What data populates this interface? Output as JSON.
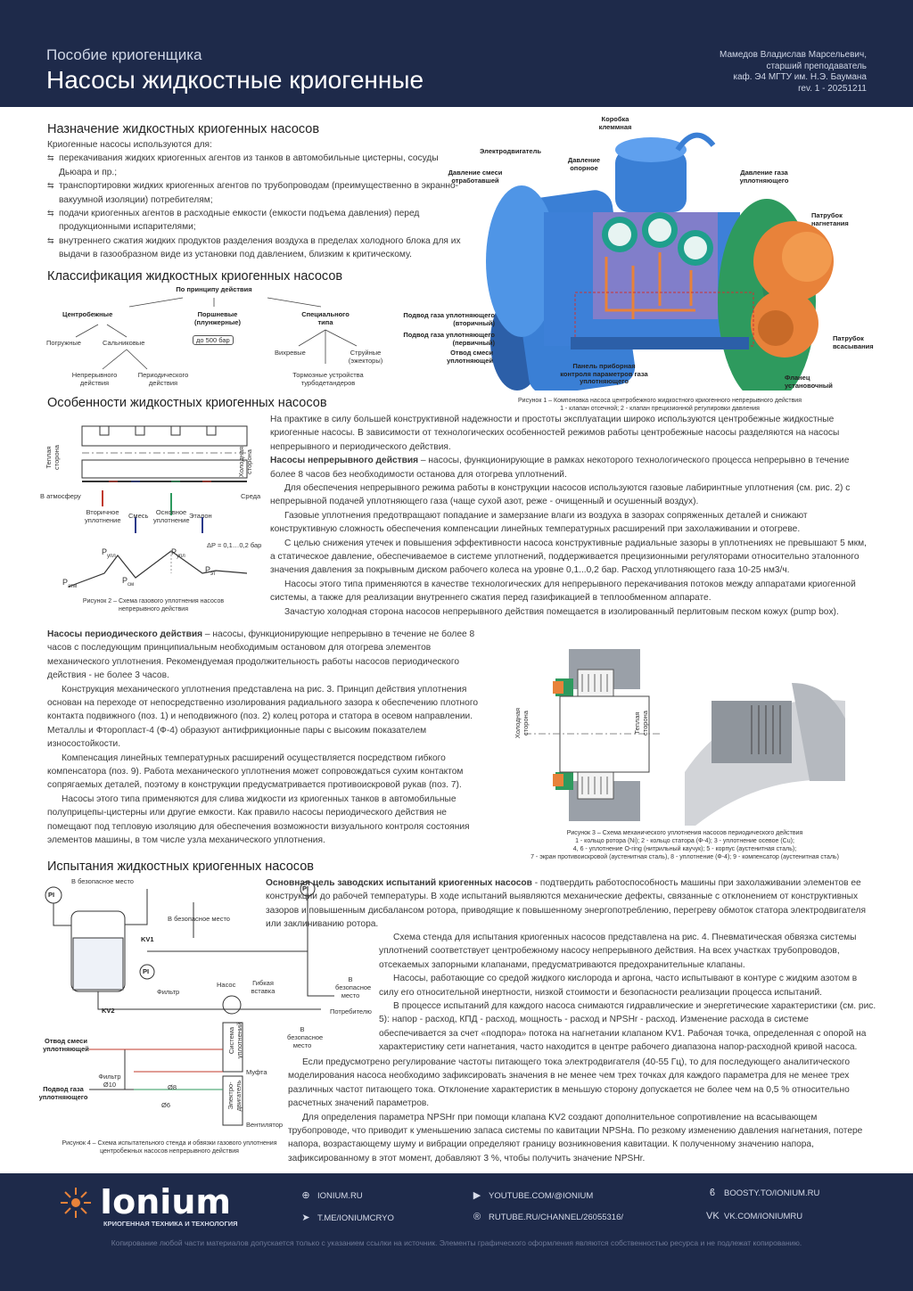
{
  "header": {
    "subtitle": "Пособие криогенщика",
    "title": "Насосы жидкостные криогенные",
    "author": [
      "Мамедов Владислав Марсельевич,",
      "старший преподаватель",
      "каф. Э4 МГТУ им. Н.Э. Баумана",
      "rev. 1 - 20251211"
    ]
  },
  "purpose": {
    "heading": "Назначение жидкостных криогенных насосов",
    "intro": "Криогенные насосы используются для:",
    "items": [
      "перекачивания жидких криогенных агентов из танков в автомобильные цистерны, сосуды Дьюара и пр.;",
      "транспортировки жидких криогенных агентов по трубопроводам (преимущественно в экранно-вакуумной изоляции) потребителям;",
      "подачи криогенных агентов в расходные емкости (емкости подъема давления) перед продукционными испарителями;",
      "внутреннего сжатия жидких продуктов разделения воздуха в пределах холодного блока для их выдачи в газообразном виде из установки под давлением, близким к критическому."
    ]
  },
  "classification": {
    "heading": "Классификация жидкостных криогенных насосов",
    "root": "По принципу действия",
    "centrifugal": "Центробежные",
    "piston": "Поршневые (плунжерные)",
    "piston_note": "до 500 бар",
    "special": "Специального типа",
    "submersible": "Погружные",
    "gland": "Сальниковые",
    "continuous": "Непрерывного действия",
    "periodic": "Периодического действия",
    "vortex": "Вихревые",
    "jet": "Струйные (эжекторы)",
    "turbo": "Тормозные устройства турбодетандеров"
  },
  "figure1": {
    "labels": {
      "box": "Коробка клеммная",
      "motor": "Электродвигатель",
      "mix": "Давление смеси отработавшей",
      "support": "Давление опорное",
      "gas": "Давление газа уплотняющего",
      "discharge": "Патрубок нагнетания",
      "suction": "Патрубок всасывания",
      "flange": "Фланец установочный",
      "sec": "Подвод газа уплотняющего (вторичный)",
      "prim": "Подвод газа уплотняющего (первичный)",
      "out": "Отвод смеси уплотняющей",
      "panel": "Панель приборная контроля параметров газа уплотняющего"
    },
    "caption": [
      "Рисунок 1 – Компоновка насоса центробежного жидкостного криогенного непрерывного действия",
      "1 - клапан отсечной; 2 - клапан прецизионной регулировки давления"
    ]
  },
  "features": {
    "heading": "Особенности жидкостных криогенных насосов",
    "p1": "На практике в силу большей конструктивной надежности и простоты эксплуатации широко используются центробежные жидкостные криогенные насосы. В зависимости от технологических особенностей режимов работы центробежные насосы разделяются на насосы непрерывного и периодического действия.",
    "p2_bold": "Насосы непрерывного действия",
    "p2": " – насосы, функционирующие в рамках некоторого технологического процесса непрерывно в течение более 8 часов без необходимости останова для отогрева уплотнений.",
    "p3": "Для обеспечения непрерывного режима работы в конструкции насосов используются газовые лабиринтные уплотнения (см. рис. 2) с непрерывной подачей уплотняющего газа (чаще сухой азот, реже - очищенный и осушенный воздух).",
    "p4": "Газовые уплотнения предотвращают попадание и замерзание влаги из воздуха в зазорах сопряженных деталей и снижают конструктивную сложность обеспечения компенсации линейных температурных расширений при захолаживании и отогреве.",
    "p5": "С целью снижения утечек и повышения эффективности насоса конструктивные радиальные зазоры в уплотнениях не превышают 5 мкм, а статическое давление, обеспечиваемое в системе уплотнений, поддерживается прецизионными регуляторами относительно эталонного значения давления за покрывным диском рабочего колеса на уровне 0,1...0,2 бар. Расход уплотняющего газа 10-25 нм3/ч.",
    "p6": "Насосы этого типа применяются в качестве технологических для непрерывного перекачивания потоков между аппаратами криогенной системы, а также для реализации внутреннего сжатия перед газификацией в теплообменном аппарате.",
    "p7": "Зачастую холодная сторона насосов непрерывного действия помещается в изолированный перлитовым песком кожух (pump box)."
  },
  "figure2": {
    "warm": "Теплая сторона",
    "cold": "Холодная сторона",
    "atm": "В атмосферу",
    "env": "Среда",
    "sec": "Вторичное уплотнение",
    "mix": "Смесь",
    "main": "Основное уплотнение",
    "ref": "Эталон",
    "dp": "ΔP = 0,1…0,2 бар",
    "p_upl": "P",
    "p_upl_sub": "упл",
    "p_atm": "P",
    "p_atm_sub": "атм",
    "p_sm": "P",
    "p_sm_sub": "см",
    "p_et": "P",
    "p_et_sub": "эт",
    "caption": [
      "Рисунок 2 – Схема газового уплотнения насосов",
      "непрерывного действия"
    ]
  },
  "periodic": {
    "p1_bold": "Насосы периодического действия",
    "p1": " – насосы, функционирующие непрерывно в течение не более 8 часов с последующим принципиальным необходимым остановом для отогрева элементов механического уплотнения. Рекомендуемая продолжительность работы насосов периодического действия - не более 3 часов.",
    "p2": "Конструкция механического уплотнения представлена на рис. 3. Принцип действия уплотнения основан на переходе от непосредственно изолирования радиального зазора к обеспечению плотного контакта подвижного (поз. 1) и неподвижного (поз. 2) колец ротора и статора в осевом направлении. Металлы и Фторопласт-4 (Ф-4) образуют антифрикционные пары с высоким показателем износостойкости.",
    "p3": "Компенсация линейных температурных расширений осуществляется посредством гибкого компенсатора (поз. 9). Работа механического уплотнения может сопровождаться сухим контактом сопрягаемых деталей, поэтому в конструкции предусматривается противоискровой рукав (поз. 7).",
    "p4": "Насосы этого типа применяются для слива жидкости из криогенных танков в автомобильные полуприцепы-цистерны или другие емкости. Как правило насосы периодического действия не помещают под тепловую изоляцию для обеспечения возможности визуального контроля состояния элементов машины, в том числе узла механического уплотнения."
  },
  "figure3": {
    "cold": "Холодная сторона",
    "warm": "Теплая сторона",
    "caption": [
      "Рисунок 3 – Схема механического уплотнения насосов периодического действия",
      "1 - кольцо ротора (Ni); 2 - кольцо статора (Ф-4); 3 - уплотнение осевое (Cu);",
      "4, 6 - уплотнение O-ring (нитрильный каучук); 5 - корпус (аустенитная сталь);",
      "7 - экран противоискровой (аустенитная сталь), 8 - уплотнение (Ф-4); 9 - компенсатор (аустенитная сталь)"
    ]
  },
  "tests": {
    "heading": "Испытания жидкостных криогенных насосов",
    "p1_bold": "Основная цель заводских испытаний криогенных насосов",
    "p1": " - подтвердить работоспособность машины при захолаживании элементов ее конструкции до рабочей температуры. В ходе испытаний выявляются механические дефекты, связанные с отклонением от конструктивных зазоров и повышенным дисбалансом ротора, приводящие к повышенному энергопотреблению, перегреву обмоток статора электродвигателя или заклиниванию ротора.",
    "p2": "Схема стенда для испытания криогенных насосов представлена на рис. 4. Пневматическая обвязка системы уплотнений соответствует центробежному насосу непрерывного действия. На всех участках трубопроводов, отсекаемых запорными клапанами, предусматриваются предохранительные клапаны.",
    "p3": "Насосы, работающие со средой жидкого кислорода и аргона, часто испытывают в контуре с жидким азотом в силу его относительной инертности, низкой стоимости и безопасности реализации процесса испытаний.",
    "p4": "В процессе испытаний для каждого насоса снимаются гидравлические и энергетические характеристики (см. рис. 5): напор - расход, КПД - расход, мощность - расход и NPSHr - расход. Изменение расхода в системе обеспечивается за счет «подпора» потока на нагнетании клапаном KV1. Рабочая точка, определенная с опорой на характеристику сети нагнетания, часто находится в центре рабочего диапазона напор-расходной кривой насоса.",
    "p5": "Если предусмотрено регулирование частоты питающего тока электродвигателя (40-55 Гц), то для последующего аналитического моделирования насоса необходимо зафиксировать значения в не менее чем трех точках для каждого параметра для не менее трех различных частот питающего тока. Отклонение характеристик в меньшую сторону допускается не более чем на 0,5 % относительно расчетных значений параметров.",
    "p6": "Для определения параметра NPSHr при помощи клапана KV2 создают дополнительное сопротивление на всасывающем трубопроводе, что приводит к уменьшению запаса системы по кавитации NPSHa. По резкому изменению давления нагнетания, потере напора, возрастающему шуму и вибрации определяют границу возникновения кавитации. К полученному значению напора, зафиксированному в этот момент, добавляют 3 %, чтобы получить значение NPSHr."
  },
  "figure4": {
    "safe1": "В безопасное место",
    "safe2": "В безопасное место",
    "safe3": "В безопасное место",
    "safe4": "В безопасное место",
    "pi": "PI",
    "kv1": "KV1",
    "kv2": "KV2",
    "filter": "Фильтр",
    "pump": "Насос",
    "flex": "Гибкая вставка",
    "consumer": "Потребителю",
    "outmix": "Отвод смеси уплотняющей",
    "gasin": "Подвод газа уплотняющего",
    "filter10": "Фильтр Ø10",
    "d8": "Ø8",
    "d6": "Ø6",
    "sealsys": "Система уплотнений",
    "motor": "Электро-двигатель",
    "coupling": "Муфта",
    "fan": "Вентилятор",
    "caption": [
      "Рисунок 4 – Схема испытательного стенда и обвязки газового уплотнения",
      "центробежных насосов непрерывного действия"
    ]
  },
  "footer": {
    "brand": "Ionium",
    "tagline": "КРИОГЕННАЯ ТЕХНИКА И ТЕХНОЛОГИЯ",
    "links": [
      "IONIUM.RU",
      "YOUTUBE.COM/@IONIUM",
      "BOOSTY.TO/IONIUM.RU",
      "T.ME/IONIUMCRYO",
      "RUTUBE.RU/CHANNEL/26055316/",
      "VK.COM/IONIUMRU"
    ],
    "copyright": "Копирование любой части материалов допускается только с указанием ссылки на источник. Элементы графического оформления являются собственностью ресурса и не подлежат копированию."
  },
  "colors": {
    "header_bg": "#1e2a4a",
    "accent_orange": "#e8823a",
    "pump_blue": "#3a7fd5",
    "flange_green": "#2e9a5e"
  }
}
